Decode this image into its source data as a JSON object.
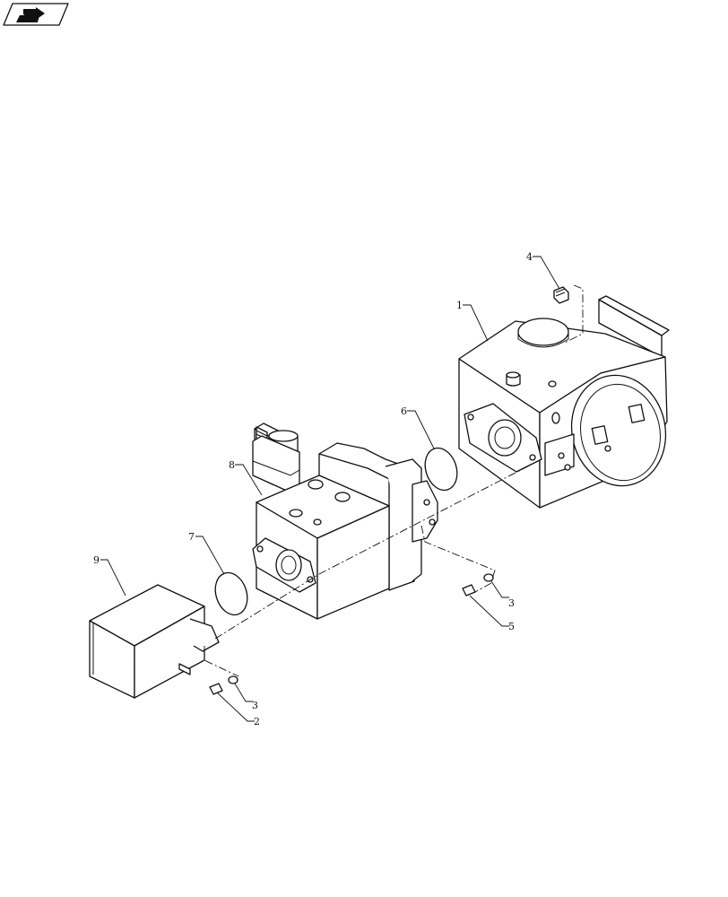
{
  "icon": {
    "name": "nav-arrow-icon"
  },
  "callouts": [
    {
      "id": "c1",
      "label": "1"
    },
    {
      "id": "c2",
      "label": "2"
    },
    {
      "id": "c3a",
      "label": "3"
    },
    {
      "id": "c3b",
      "label": "3"
    },
    {
      "id": "c4",
      "label": "4"
    },
    {
      "id": "c5",
      "label": "5"
    },
    {
      "id": "c6",
      "label": "6"
    },
    {
      "id": "c7",
      "label": "7"
    },
    {
      "id": "c8",
      "label": "8"
    },
    {
      "id": "c9",
      "label": "9"
    }
  ]
}
